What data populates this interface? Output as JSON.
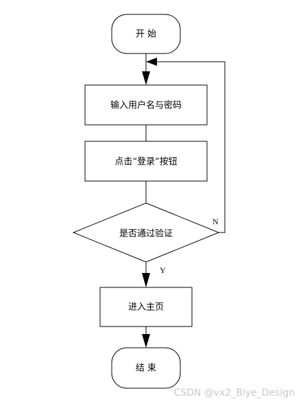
{
  "flowchart": {
    "start": "开 始",
    "input_credentials": "输入用户名与密码",
    "click_login": "点击“登录”按钮",
    "decision_verify": "是否通过验证",
    "enter_home": "进入主页",
    "end": "结 束",
    "label_no": "N",
    "label_yes": "Y"
  },
  "watermark": "CSDN @vx2_Biye_Design"
}
